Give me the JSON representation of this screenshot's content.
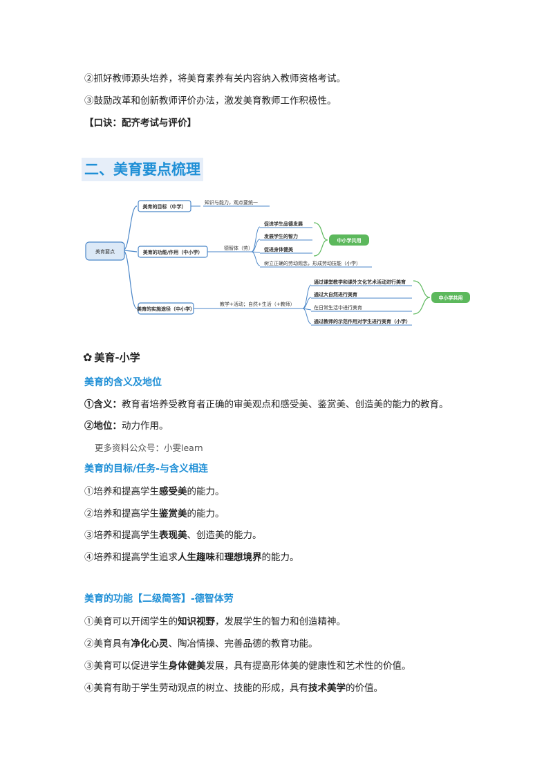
{
  "top": {
    "item2": "②抓好教师源头培养，将美育素养有关内容纳入教师资格考试。",
    "item3": "③鼓励改革和创新教师评价办法，激发美育教师工作积极性。",
    "mnemonic": "【口诀：配齐考试与评价】"
  },
  "section_title": "二、美育要点梳理",
  "mindmap": {
    "root": "美育要点",
    "b1": "美育的目标（中学）",
    "b1_note": "知识与能力，观点要统一",
    "b2": "美育的功能/作用（中小学）",
    "b2_note": "德智体（劳）",
    "b2_items": [
      "促进学生品德发展",
      "发展学生的智力",
      "促进身体健美",
      "树立正确的劳动观念，形成劳动技能（小学）"
    ],
    "b3": "美育的实施途径（中小学）",
    "b3_note": "教学+活动；自然+生活（+教师）",
    "b3_items": [
      "通过课堂教学和课外文化艺术活动进行美育",
      "通过大自然进行美育",
      "在日常生活中进行美育",
      "通过教师的示范作用对学生进行美育（小学）"
    ],
    "tag1": "中小学共用",
    "tag2": "中小学共用",
    "colors": {
      "branch": "#4a86c8",
      "tag": "#5cb85c",
      "root_fill": "#dce9f7"
    }
  },
  "sub_title": {
    "icon": "flower-icon",
    "text": "美育-小学"
  },
  "meaning_head": "美育的含义及地位",
  "meaning": {
    "m1_label": "①含义：",
    "m1_text": "教育者培养受教育者正确的审美观点和感受美、鉴赏美、创造美的能力的教育。",
    "m2_label": "②地位：",
    "m2_text": "动力作用。"
  },
  "promo": "更多资料公众号：小雯learn",
  "goal_head": "美育的目标/任务-与含义相连",
  "goals": [
    {
      "a": "①培养和提高学生",
      "b": "感受美",
      "c": "的能力。"
    },
    {
      "a": "②培养和提高学生",
      "b": "鉴赏美",
      "c": "的能力。"
    },
    {
      "a": "③培养和提高学生",
      "b": "表现美",
      "c": "、创造美的能力。"
    },
    {
      "a": "④培养和提高学生追求",
      "b": "人生趣味",
      "c": "和",
      "d": "理想境界",
      "e": "的能力。"
    }
  ],
  "func_head": "美育的功能【二级简答】-德智体劳",
  "funcs": [
    {
      "a": "①美育可以开阔学生的",
      "b": "知识视野",
      "c": "，发展学生的智力和创造精神。"
    },
    {
      "a": "②美育具有",
      "b": "净化心灵",
      "c": "、陶冶情操、完善品德的教育功能。"
    },
    {
      "a": "③美育可以促进学生",
      "b": "身体健美",
      "c": "发展，具有提高形体美的健康性和艺术性的价值。"
    },
    {
      "a": "④美育有助于学生劳动观点的树立、技能的形成，具有",
      "b": "技术美学",
      "c": "的价值。"
    }
  ]
}
